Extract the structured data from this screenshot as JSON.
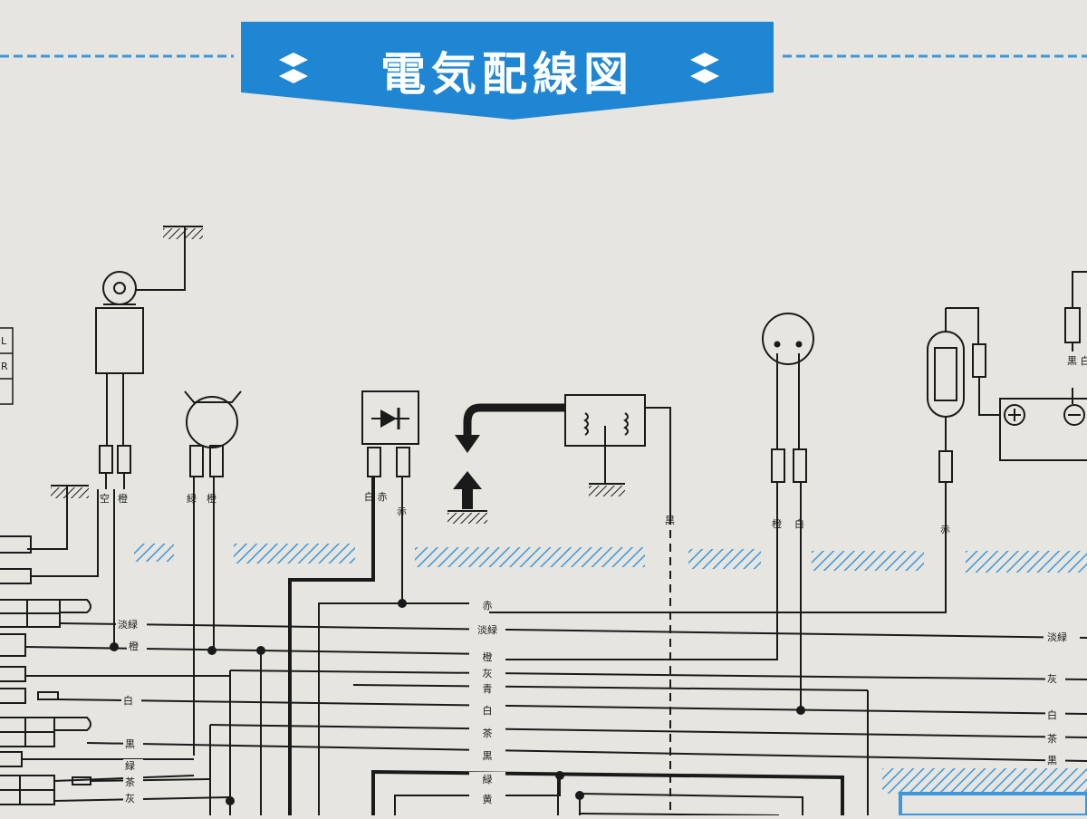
{
  "title": "電気配線図",
  "colors": {
    "brand_blue": "#1f86d4",
    "background": "#e6e5df",
    "line": "#1a1a1a",
    "hatch_blue": "#3d97dc"
  },
  "icons": [
    "suzuki-logo",
    "ground-symbol",
    "diode-symbol",
    "bulb-symbol",
    "battery-symbol",
    "fuse-symbol",
    "connector-symbol",
    "arrow-up",
    "arrow-down"
  ],
  "side_labels": [
    "L",
    "R"
  ],
  "component_labels": {
    "sensor_left": "空",
    "sensor_right": "橙",
    "horn_left": "緑",
    "horn_right": "橙",
    "rectifier_left": "白\n赤",
    "rectifier_right": "赤",
    "regulator_wire": "黒",
    "lamp_left": "橙",
    "lamp_right": "白",
    "fuse_wire": "赤",
    "battery_top": "黒\n白"
  },
  "harness_labels_center": [
    "赤",
    "淡緑",
    "橙",
    "灰",
    "青",
    "白",
    "茶",
    "黒",
    "緑",
    "黄"
  ],
  "harness_labels_left": [
    "淡緑",
    "橙",
    "白",
    "黒",
    "緑",
    "茶",
    "灰"
  ],
  "harness_labels_right": [
    "淡緑",
    "灰",
    "白",
    "茶",
    "黒"
  ]
}
